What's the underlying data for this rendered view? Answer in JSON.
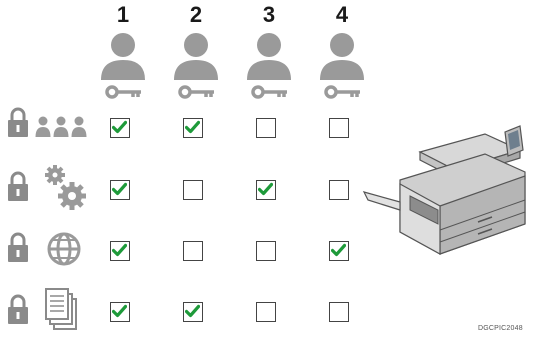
{
  "administrators": [
    {
      "number": "1"
    },
    {
      "number": "2"
    },
    {
      "number": "3"
    },
    {
      "number": "4"
    }
  ],
  "rows": [
    {
      "icon": "user-management-icon",
      "checks": [
        true,
        true,
        false,
        false
      ]
    },
    {
      "icon": "machine-settings-icon",
      "checks": [
        true,
        false,
        true,
        false
      ]
    },
    {
      "icon": "network-icon",
      "checks": [
        true,
        false,
        false,
        true
      ]
    },
    {
      "icon": "file-management-icon",
      "checks": [
        true,
        true,
        false,
        false
      ]
    }
  ],
  "colors": {
    "check": "#1e9a3a",
    "person": "#9a9a9a",
    "lock": "#8a8a8a"
  },
  "figure_code": "DGCPIC2048"
}
